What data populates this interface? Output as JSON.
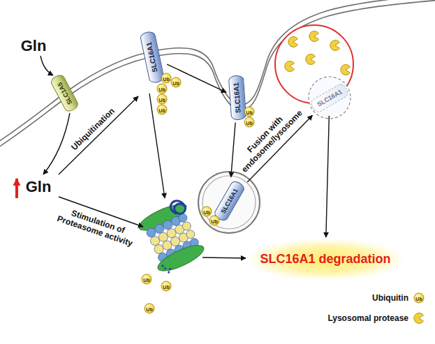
{
  "diagram": {
    "nodes": [
      {
        "text": [
          "SLC1A5"
        ]
      },
      {
        "text": [
          "SLC16A1"
        ]
      },
      {
        "text": [
          "SLC16A1"
        ]
      },
      {
        "text": [
          "SLC16A1"
        ]
      },
      {
        "text": [
          "SLC16A1"
        ]
      },
      {
        "text": [
          "SLC16A1 degradation"
        ]
      }
    ],
    "edges": [
      {
        "from": 1,
        "to": 2,
        "arrow": "to"
      },
      {
        "from": 2,
        "to": 3,
        "arrow": "to"
      },
      {
        "from": 3,
        "to": 4,
        "arrow": "to",
        "label": "Fusion with endosome/lysosome"
      },
      {
        "from": 4,
        "to": 5,
        "arrow": "to"
      }
    ],
    "labels": [
      "Gln",
      "Gln",
      "Ubiquitination",
      "Stimulation of Proteasome activity",
      "Ub",
      "Ub",
      "Ub",
      "Ub",
      "Ub",
      "Ub",
      "Ub",
      "Ub",
      "Ub",
      "Ub",
      "Ub",
      "Ub",
      "Ub"
    ],
    "legend": [
      {
        "text": "Ubiquitin"
      },
      {
        "text": "Lysosomal protease"
      }
    ]
  }
}
